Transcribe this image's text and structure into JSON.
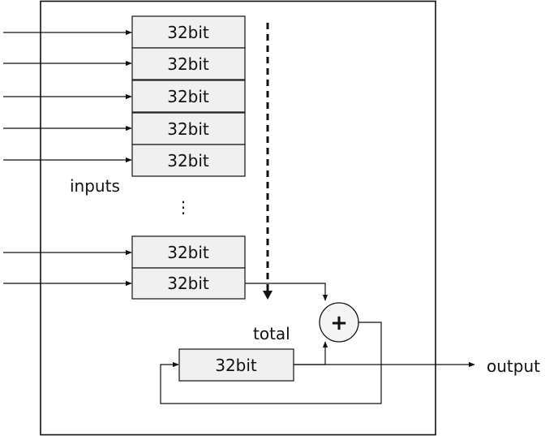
{
  "register_label": "32bit",
  "inputs_label": "inputs",
  "total_label": "total",
  "output_label": "output",
  "ellipsis": "⋮",
  "adder_symbol": "+",
  "input_registers": [
    "32bit",
    "32bit",
    "32bit",
    "32bit",
    "32bit",
    "32bit",
    "32bit"
  ],
  "total_register": "32bit"
}
